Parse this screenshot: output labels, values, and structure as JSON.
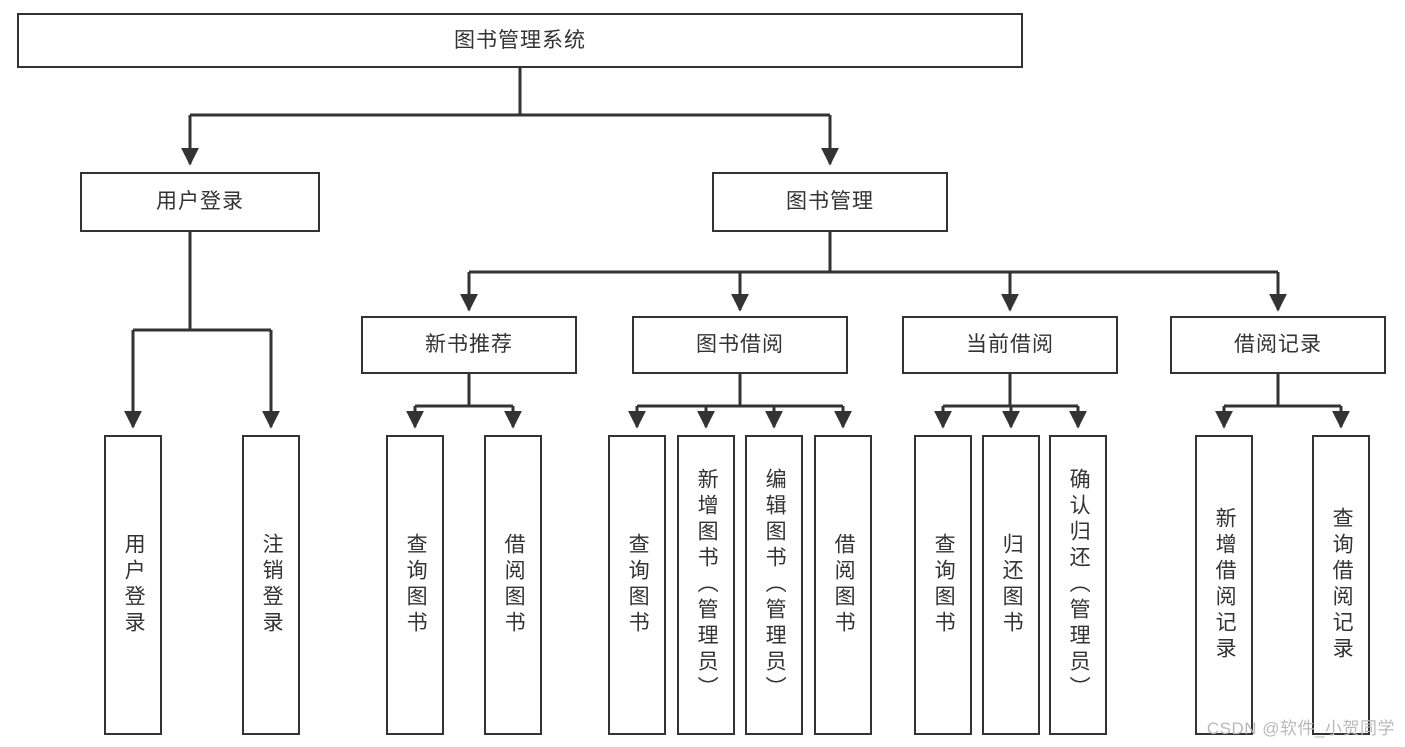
{
  "diagram": {
    "title": "图书管理系统",
    "type": "tree-hierarchy",
    "watermark": "CSDN @软件_小贺同学",
    "colors": {
      "stroke": "#333333",
      "fill": "#ffffff",
      "text": "#333333",
      "watermark": "#b9b9b9"
    },
    "levels": {
      "root": {
        "label": "图书管理系统"
      },
      "level2": [
        {
          "label": "用户登录"
        },
        {
          "label": "图书管理"
        }
      ],
      "level3": [
        {
          "label": "新书推荐"
        },
        {
          "label": "图书借阅"
        },
        {
          "label": "当前借阅"
        },
        {
          "label": "借阅记录"
        }
      ]
    },
    "leaves": {
      "user_login": [
        {
          "label": "用户登录"
        },
        {
          "label": "注销登录"
        }
      ],
      "new_book_recommend": [
        {
          "label": "查询图书"
        },
        {
          "label": "借阅图书"
        }
      ],
      "book_borrow": [
        {
          "label": "查询图书"
        },
        {
          "label": "新增图书（管理员）"
        },
        {
          "label": "编辑图书（管理员）"
        },
        {
          "label": "借阅图书"
        }
      ],
      "current_borrow": [
        {
          "label": "查询图书"
        },
        {
          "label": "归还图书"
        },
        {
          "label": "确认归还（管理员）"
        }
      ],
      "borrow_record": [
        {
          "label": "新增借阅记录"
        },
        {
          "label": "查询借阅记录"
        }
      ]
    }
  }
}
